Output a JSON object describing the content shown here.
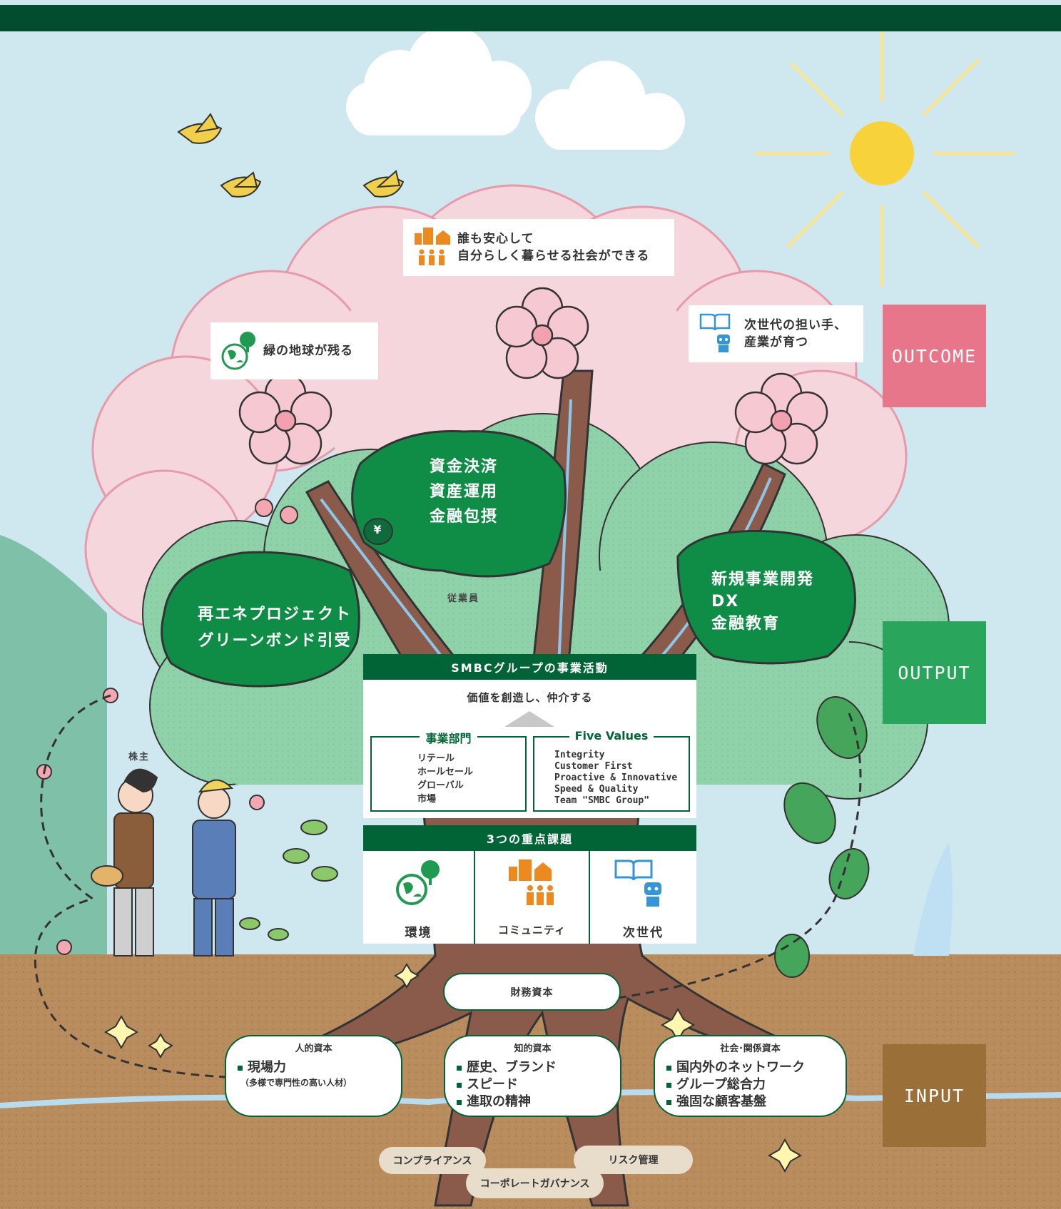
{
  "outcomes": {
    "community": "誰も安心して\n自分らしく暮らせる社会ができる",
    "environment": "緑の地球が残る",
    "next_generation": "次世代の担い手、\n産業が育つ"
  },
  "stages": {
    "outcome": "OUTCOME",
    "output": "OUTPUT",
    "input": "INPUT"
  },
  "leaves": {
    "center": "資金決済\n資産運用\n金融包摂",
    "left": "再エネプロジェクト\nグリーンボンド引受",
    "right": "新規事業開発\nDX\n金融教育"
  },
  "labels": {
    "employees": "従業員",
    "shareholders": "株主",
    "yen_symbol": "¥"
  },
  "business": {
    "title": "SMBCグループの事業活動",
    "subtitle": "価値を創造し、仲介する",
    "divisions_title": "事業部門",
    "divisions": [
      "リテール",
      "ホールセール",
      "グローバル",
      "市場"
    ],
    "values_title": "Five Values",
    "values": [
      "Integrity",
      "Customer First",
      "Proactive & Innovative",
      "Speed & Quality",
      "Team \"SMBC Group\""
    ]
  },
  "priorities": {
    "title": "3つの重点課題",
    "items": [
      "環境",
      "コミュニティ",
      "次世代"
    ]
  },
  "capitals": {
    "financial": "財務資本",
    "human": {
      "title": "人的資本",
      "item": "現場力",
      "note": "（多様で専門性の高い人材）"
    },
    "intellectual": {
      "title": "知的資本",
      "items": [
        "歴史、ブランド",
        "スピード",
        "進取の精神"
      ]
    },
    "social": {
      "title": "社会･関係資本",
      "items": [
        "国内外のネットワーク",
        "グループ総合力",
        "強固な顧客基盤"
      ]
    }
  },
  "governance": [
    "コンプライアンス",
    "コーポレートガバナンス",
    "リスク管理"
  ],
  "colors": {
    "dark_green": "#016437",
    "outcome_pink": "#e8768a",
    "output_green": "#2aa55c",
    "input_brown": "#9a7038",
    "orange_icon": "#ec8a1f",
    "blue_icon": "#3595d6",
    "sky": "#cfe7ef",
    "soil": "#b88c5c"
  }
}
